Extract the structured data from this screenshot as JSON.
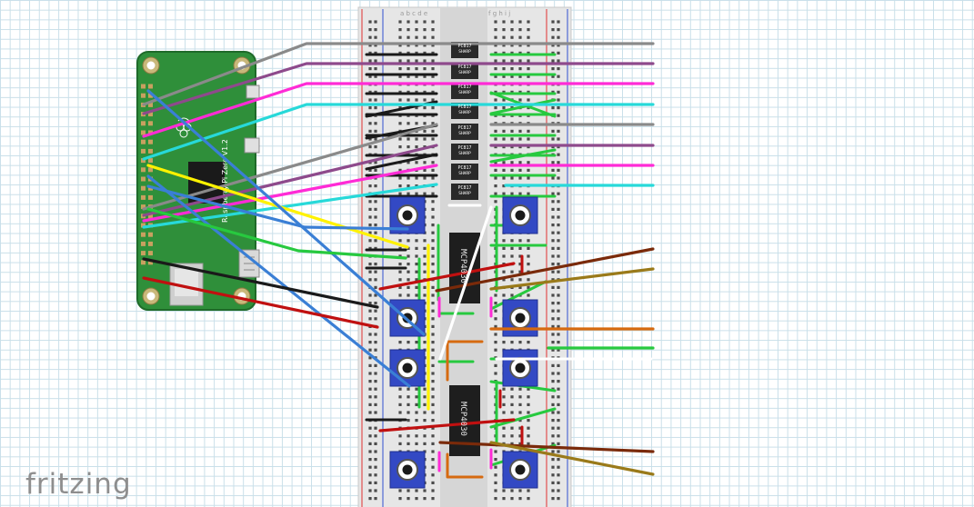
{
  "app": {
    "logo_text": "fritzing"
  },
  "board": {
    "label": "Raspberry Pi Zero V1.2",
    "version_label": "V1.2"
  },
  "breadboard": {
    "column_letters_left": "a b c d e",
    "column_letters_right": "f g h i j"
  },
  "optocouplers": [
    {
      "part": "PC817",
      "maker": "SHARP"
    },
    {
      "part": "PC817",
      "maker": "SHARP"
    },
    {
      "part": "PC817",
      "maker": "SHARP"
    },
    {
      "part": "PC817",
      "maker": "SHARP"
    },
    {
      "part": "PC817",
      "maker": "SHARP"
    },
    {
      "part": "PC817",
      "maker": "SHARP"
    },
    {
      "part": "PC817",
      "maker": "SHARP"
    },
    {
      "part": "PC817",
      "maker": "SHARP"
    }
  ],
  "dac_chips": [
    {
      "part": "MCP4030"
    },
    {
      "part": "MCP4030"
    }
  ],
  "trimpot_count": 8,
  "colors": {
    "gray": "#8a8a8a",
    "purple": "#8e4a8c",
    "magenta": "#ff2bd6",
    "cyan": "#27d9d9",
    "yellow": "#fff200",
    "green": "#27c93f",
    "black": "#1a1a1a",
    "red": "#c01010",
    "blue": "#3a7fd5",
    "white": "#ffffff",
    "brown": "#7a2a0a",
    "olive": "#9a7a1a",
    "orange": "#d66a10",
    "pcb": "#2f8f3a"
  }
}
